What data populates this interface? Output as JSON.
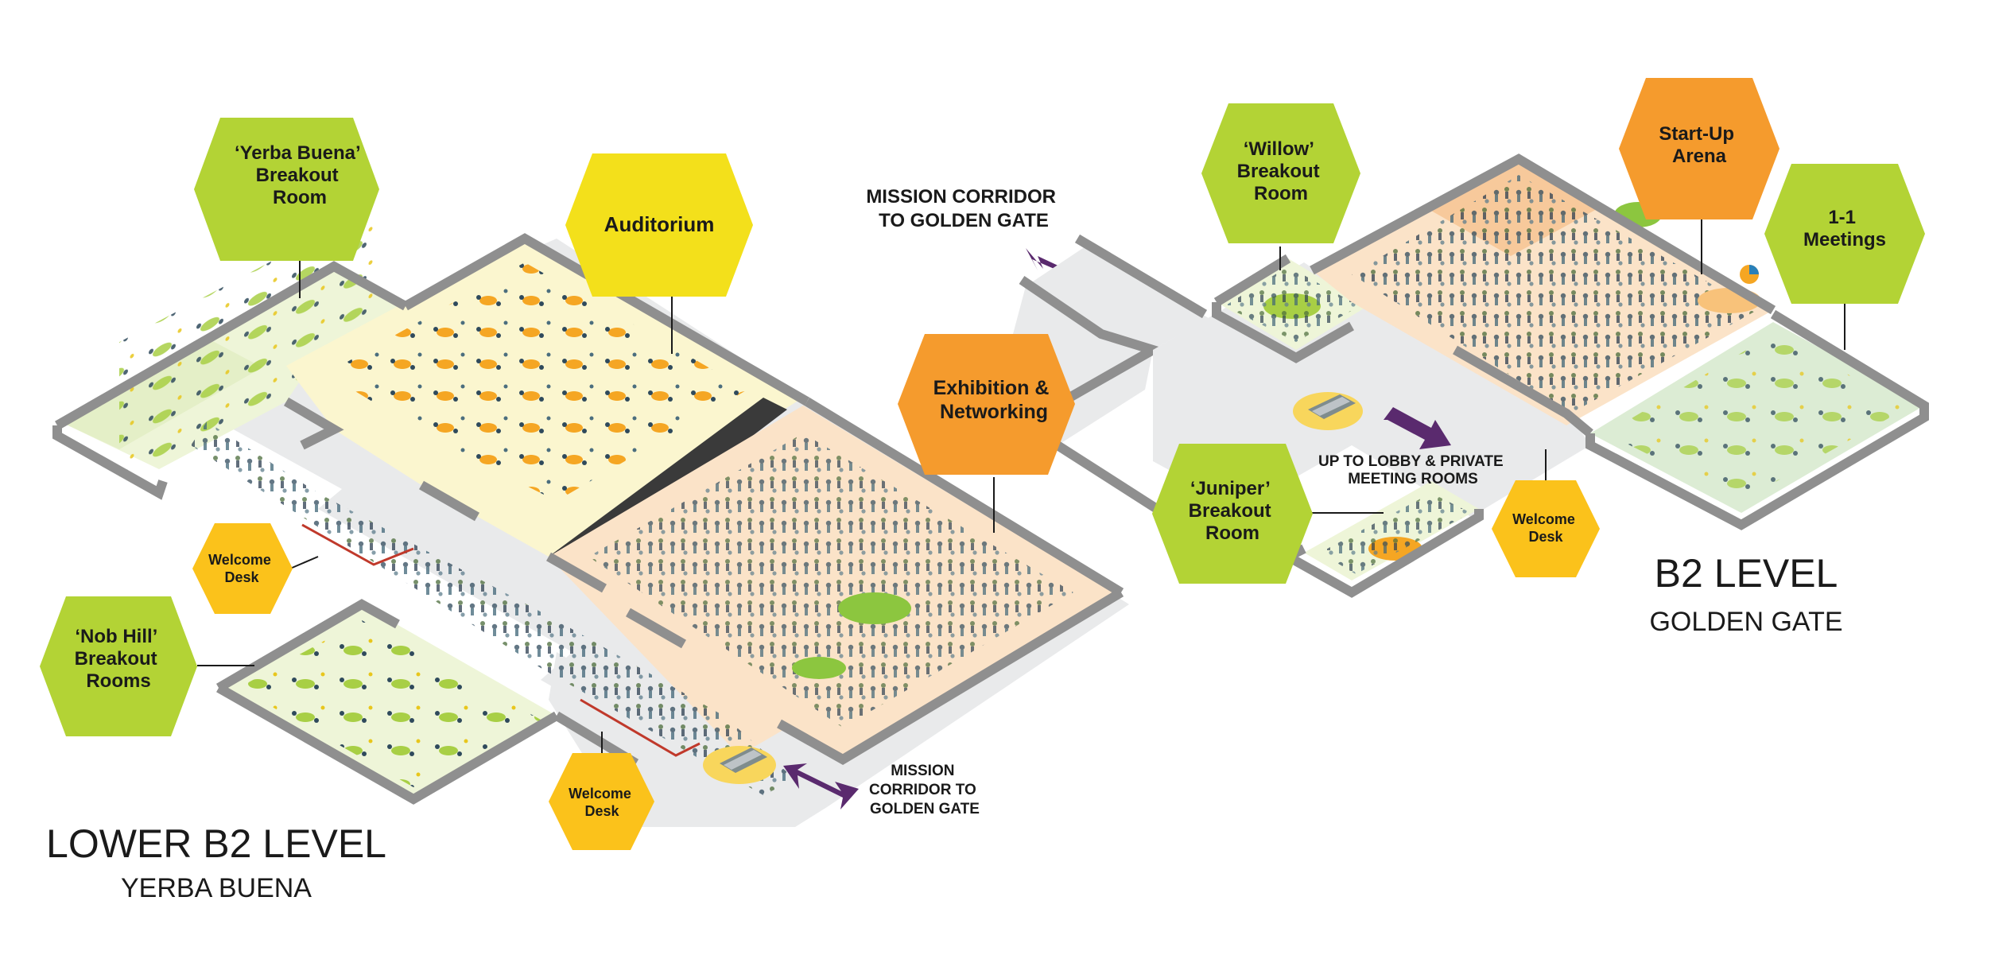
{
  "colors": {
    "green": "#b3d335",
    "yellow": "#f3e01b",
    "orange": "#f59b2d",
    "welcome": "#fbc21b",
    "arrow": "#5a2a6e",
    "floor_corridor": "#e9eaeb",
    "floor_breakout": "#eef5d8",
    "floor_auditorium": "#fbf6cf",
    "floor_exhibition": "#fbe3c8",
    "wall": "#8f8f8f"
  },
  "lower_level": {
    "title": "LOWER B2 LEVEL",
    "subtitle": "YERBA BUENA"
  },
  "b2_level": {
    "title": "B2 LEVEL",
    "subtitle": "GOLDEN GATE"
  },
  "zones": {
    "yerba_buena": {
      "lines": [
        "‘Yerba Buena’",
        "Breakout",
        "Room"
      ],
      "color": "green"
    },
    "auditorium": {
      "lines": [
        "Auditorium"
      ],
      "color": "yellow"
    },
    "exhibition": {
      "lines": [
        "Exhibition &",
        "Networking"
      ],
      "color": "orange"
    },
    "nob_hill": {
      "lines": [
        "‘Nob Hill’",
        "Breakout",
        "Rooms"
      ],
      "color": "green"
    },
    "welcome_left": {
      "lines": [
        "Welcome",
        "Desk"
      ],
      "color": "welcome"
    },
    "welcome_bottom": {
      "lines": [
        "Welcome",
        "Desk"
      ],
      "color": "welcome"
    },
    "willow": {
      "lines": [
        "‘Willow’",
        "Breakout",
        "Room"
      ],
      "color": "green"
    },
    "startup": {
      "lines": [
        "Start-Up",
        "Arena"
      ],
      "color": "orange"
    },
    "one_on_one": {
      "lines": [
        "1-1",
        "Meetings"
      ],
      "color": "green"
    },
    "juniper": {
      "lines": [
        "‘Juniper’",
        "Breakout",
        "Room"
      ],
      "color": "green"
    },
    "welcome_right": {
      "lines": [
        "Welcome",
        "Desk"
      ],
      "color": "welcome"
    }
  },
  "annotations": {
    "mission_top": [
      "MISSION CORRIDOR",
      "TO GOLDEN GATE"
    ],
    "mission_bottom": [
      "MISSION",
      "CORRIDOR TO",
      "GOLDEN GATE"
    ],
    "lobby": [
      "UP TO LOBBY & PRIVATE",
      "MEETING ROOMS"
    ]
  },
  "icons": [
    "escalator-icon",
    "double-arrow-icon",
    "arrow-icon",
    "pie-chart-icon"
  ]
}
